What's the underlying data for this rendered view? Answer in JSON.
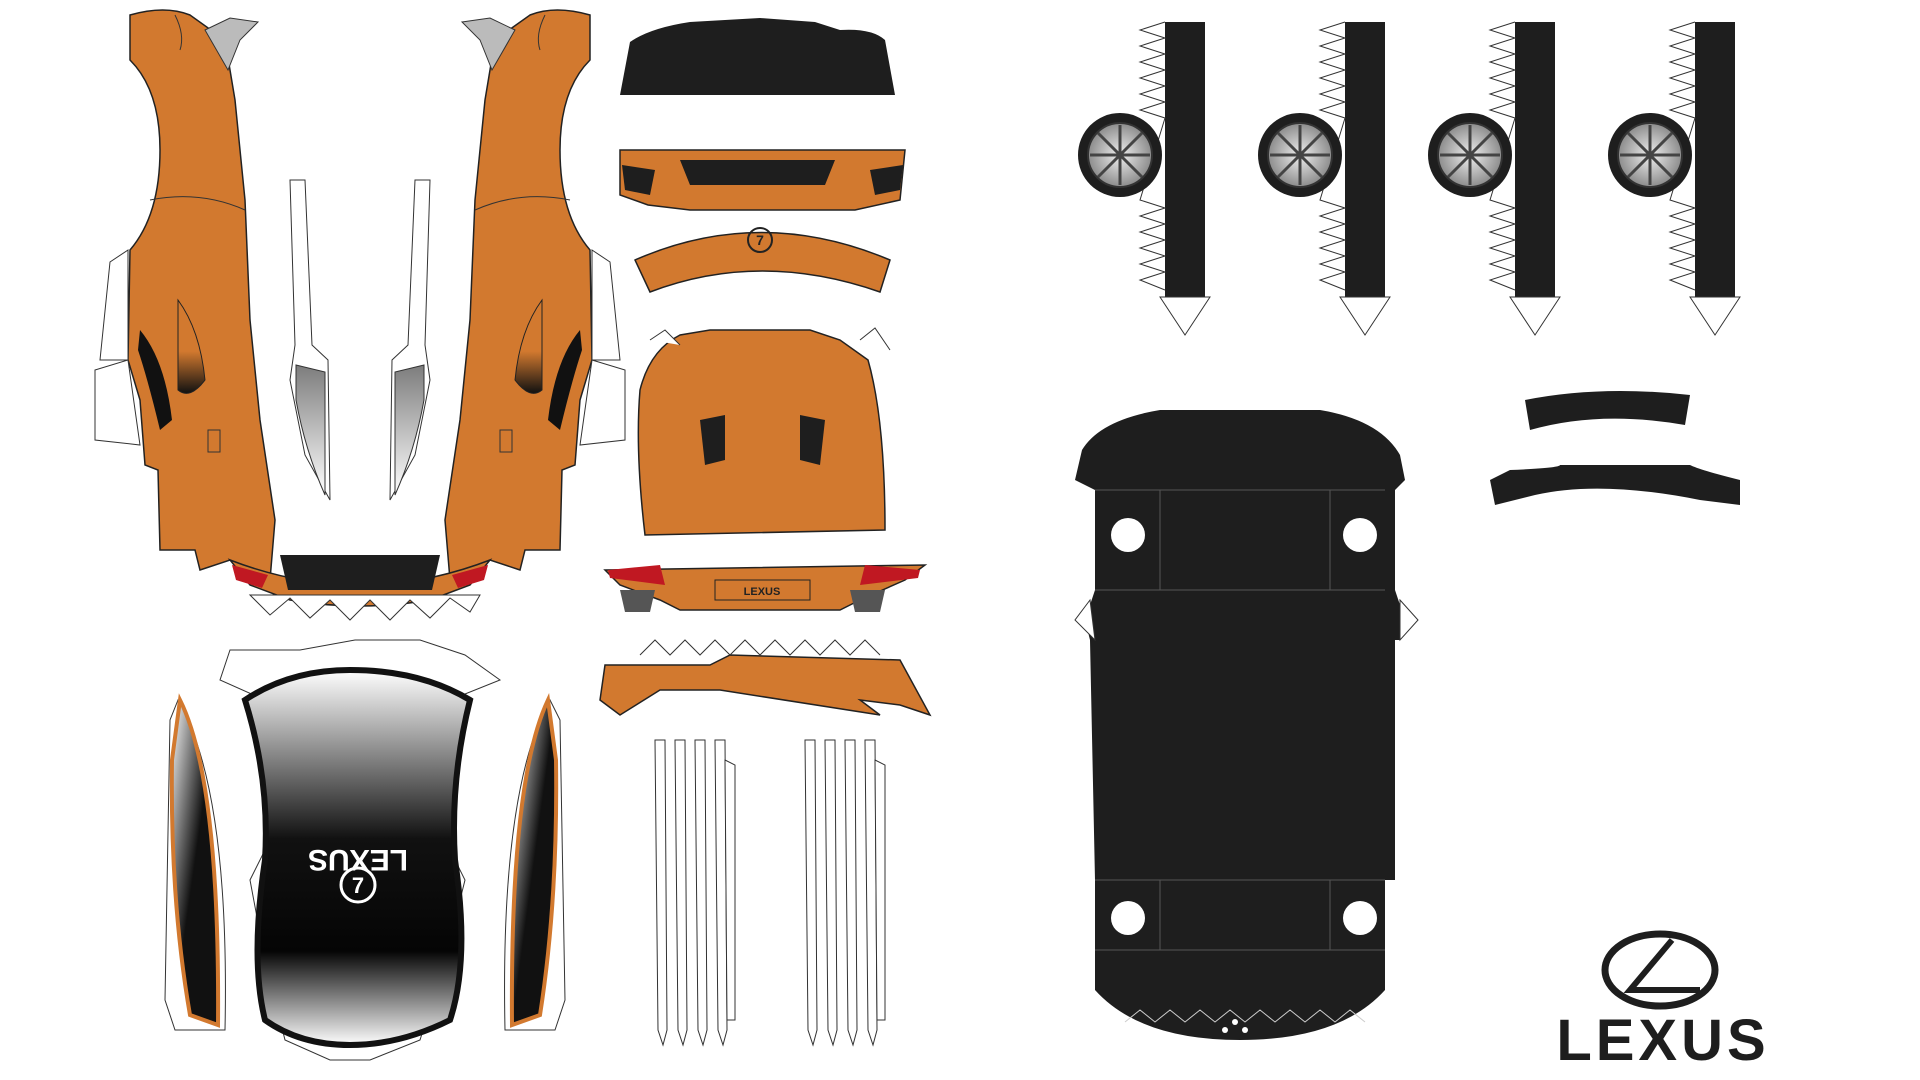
{
  "brand": {
    "logo_text": "LEXUS",
    "hood_logo_text": "LEXUS",
    "rear_badge_text": "LEXUS",
    "badge_numeral": "7"
  },
  "colors": {
    "body_orange": "#d2792f",
    "outline": "#222222",
    "black_part": "#1e1e1e",
    "gray_grad": "#9a9a9a",
    "tail_red": "#c01822",
    "white": "#ffffff"
  },
  "parts": {
    "wheels": 4,
    "strut_strips": 8
  }
}
